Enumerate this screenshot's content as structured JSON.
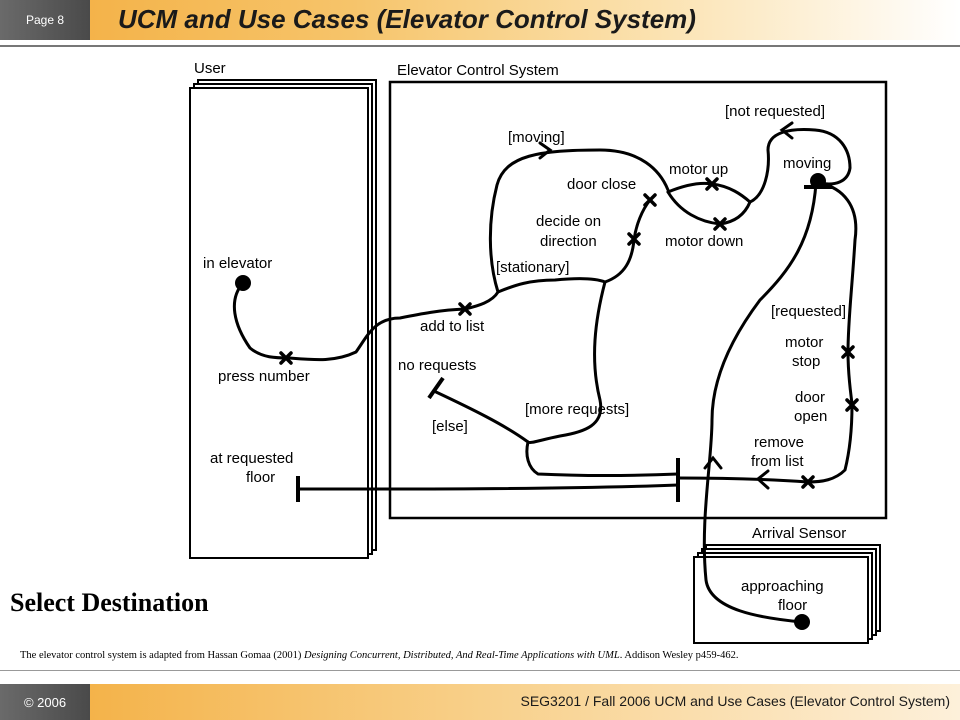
{
  "header": {
    "page_label": "Page 8",
    "title": "UCM and Use Cases (Elevator Control System)"
  },
  "diagram": {
    "components": {
      "user": "User",
      "elevator_control": "Elevator Control System",
      "arrival_sensor": "Arrival Sensor"
    },
    "labels": {
      "in_elevator": "in elevator",
      "press_number": "press number",
      "at_requested_floor_1": "at requested",
      "at_requested_floor_2": "floor",
      "add_to_list": "add to list",
      "no_requests": "no requests",
      "else_guard": "[else]",
      "more_requests": "[more requests]",
      "stationary": "[stationary]",
      "decide_1": "decide on",
      "decide_2": "direction",
      "moving_guard": "[moving]",
      "door_close": "door close",
      "motor_up": "motor up",
      "motor_down": "motor down",
      "moving": "moving",
      "not_requested": "[not requested]",
      "requested": "[requested]",
      "motor_stop_1": "motor",
      "motor_stop_2": "stop",
      "door_open_1": "door",
      "door_open_2": "open",
      "remove_1": "remove",
      "remove_2": "from list",
      "approaching_1": "approaching",
      "approaching_2": "floor"
    }
  },
  "caption": "Select Destination",
  "credit": {
    "prefix": "The elevator control system is adapted from Hassan Gomaa (2001) ",
    "book": "Designing Concurrent, Distributed, And Real-Time Applications with UML",
    "suffix": ". Addison Wesley  p459-462."
  },
  "footer": {
    "year": "© 2006",
    "course": "SEG3201 / Fall 2006   UCM and Use Cases (Elevator Control System)"
  }
}
